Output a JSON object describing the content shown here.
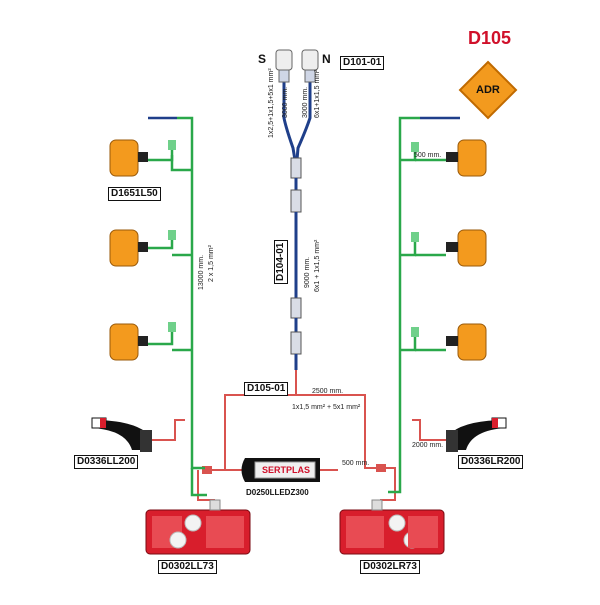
{
  "title": "D105",
  "badge": "ADR",
  "polarity": {
    "left": "S",
    "right": "N"
  },
  "parts": {
    "main_harness": "D101-01",
    "extension": "D104-01",
    "branch": "D105-01",
    "side_marker_left": "D1651L50",
    "outline_left": "D0336LL200",
    "outline_right": "D0336LR200",
    "rear_left": "D0302LL73",
    "rear_right": "D0302LR73",
    "plate_lamp": "D0250LLEDZ300",
    "brand": "SERTPLAS"
  },
  "cables": {
    "left_harness_length": "3000 mm.",
    "left_harness_spec": "1x2,5+1x1,5+5x1 mm²",
    "right_harness_length": "3000 mm.",
    "right_harness_spec": "6x1+1x1,5 mm²",
    "extension_length": "9000 mm.",
    "extension_spec": "6x1 + 1x1,5 mm²",
    "side_length": "13000 mm.",
    "side_spec": "2 x 1,5 mm²",
    "branch_length": "2500 mm.",
    "branch_spec": "1x1,5 mm² + 5x1 mm²",
    "marker_stub": "500 mm.",
    "outline_stub": "2000 mm.",
    "plate_stub": "500 mm."
  },
  "colors": {
    "green_wire": "#2aa84a",
    "red_wire": "#d9534f",
    "blue_wire": "#1f3f8a",
    "badge": "#f39a1e",
    "title": "#d0102a",
    "lamp_red": "#d81e2c"
  }
}
